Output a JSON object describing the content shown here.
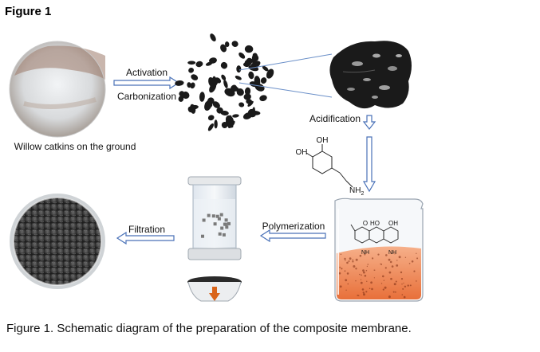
{
  "figure_label": "Figure 1",
  "steps": {
    "source": "Willow catkins on the ground",
    "activation": "Activation",
    "carbonization": "Carbonization",
    "acidification": "Acidification",
    "polymerization": "Polymerization",
    "filtration": "Filtration"
  },
  "chemistry": {
    "dopamine_oh_top": "OH",
    "dopamine_oh_left": "OH",
    "dopamine_nh2": "NH",
    "dopamine_nh2_sub": "2",
    "pda_o": "O",
    "pda_ho": "HO",
    "pda_oh": "OH",
    "pda_nh_left": "NH",
    "pda_nh_right": "NH"
  },
  "caption": "Figure 1. Schematic diagram of the preparation of the composite membrane.",
  "colors": {
    "arrow_fill": "#ffffff",
    "arrow_stroke": "#4a72b8",
    "solution": "#e8703a",
    "carbon": "#1a1a1a"
  }
}
